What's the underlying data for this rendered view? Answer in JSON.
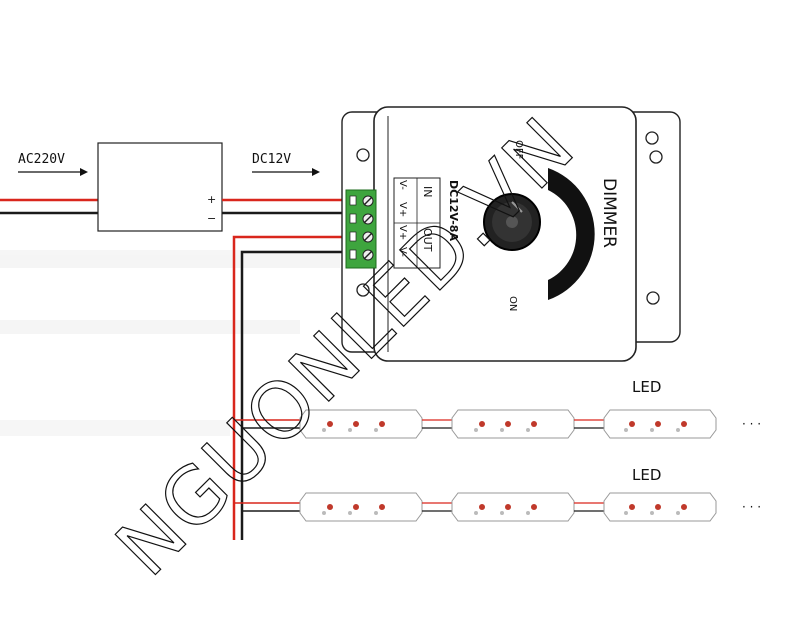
{
  "labels": {
    "ac_input": "AC220V",
    "dc_output": "DC12V",
    "psu_plus": "+",
    "psu_minus": "−",
    "led_row_1": "LED",
    "led_row_2": "LED",
    "ellipsis": "· · ·"
  },
  "dimmer": {
    "title": "DIMMER",
    "off_label": "OFF",
    "on_label": "ON",
    "rating": "DC12V-8A",
    "col_in": "IN",
    "col_out": "OUT",
    "pins": [
      "V-",
      "V+",
      "V+",
      "V-"
    ]
  },
  "watermark": "NGUONLED.VN",
  "colors": {
    "wire_red": "#d9261c",
    "wire_black": "#1a1a1a",
    "terminal_green": "#3ea53e",
    "led_red": "#c0392b"
  }
}
